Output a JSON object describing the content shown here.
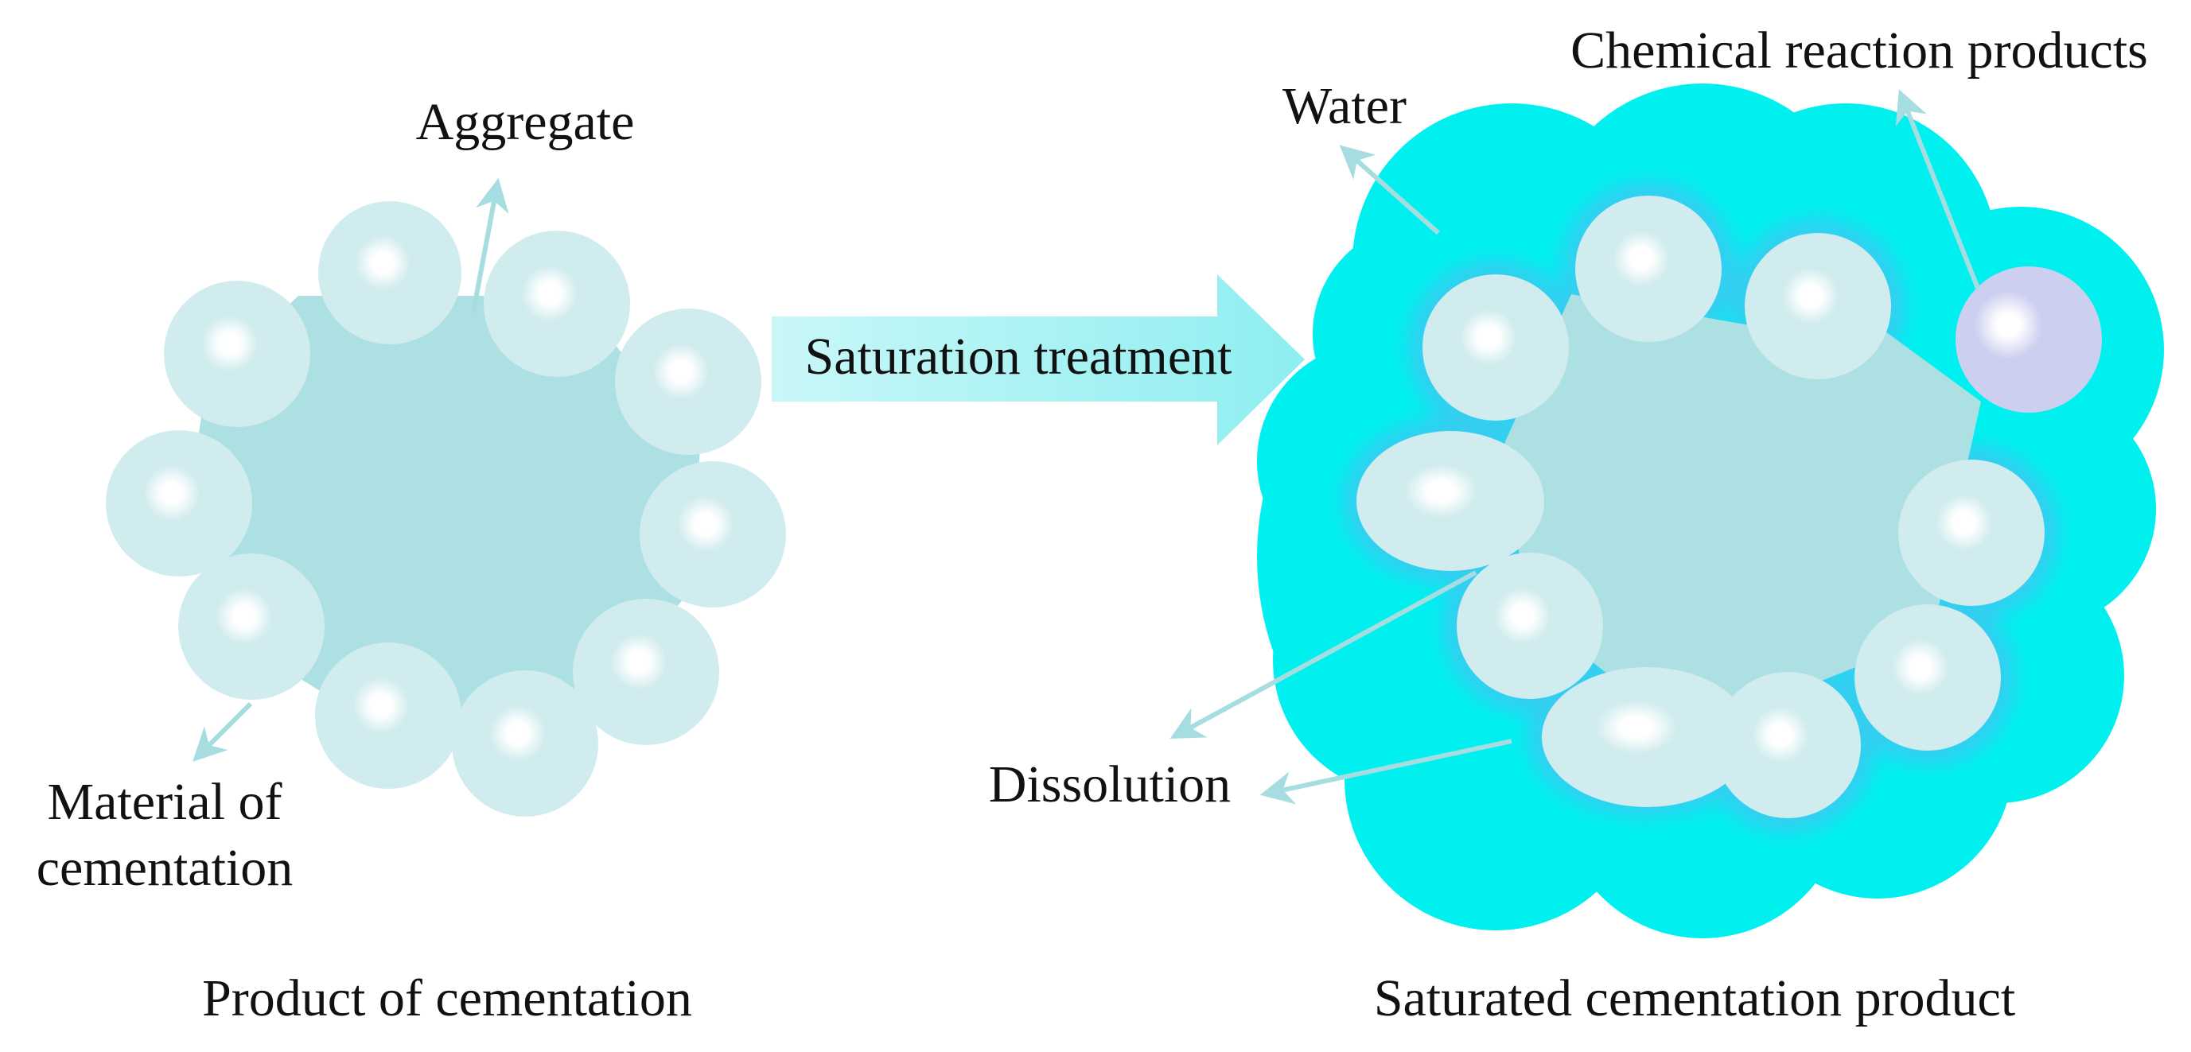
{
  "labels": {
    "aggregate": "Aggregate",
    "material_line1": "Material of",
    "material_line2": "cementation",
    "saturation_treatment": "Saturation treatment",
    "water": "Water",
    "chemical_reaction_products": "Chemical reaction products",
    "dissolution": "Dissolution",
    "caption_left": "Product of cementation",
    "caption_right": "Saturated cementation product"
  },
  "colors": {
    "background": "#ffffff",
    "cement_matrix": "#ade0e2",
    "aggregate_particle": "#d1ecee",
    "water": "#00f0f0",
    "reaction_product": "#cccff0",
    "arrow": "#a6dde0",
    "big_arrow": "#a8f2f4",
    "text": "#111111"
  }
}
